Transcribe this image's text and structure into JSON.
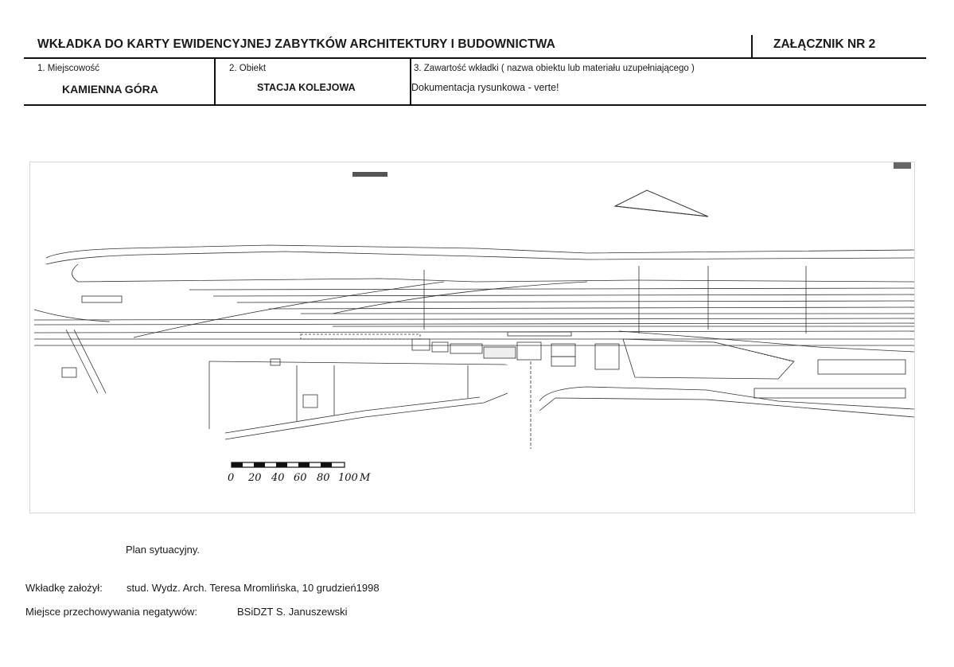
{
  "header": {
    "title": "WKŁADKA DO KARTY EWIDENCYJNEJ ZABYTKÓW ARCHITEKTURY I BUDOWNICTWA",
    "annex": "ZAŁĄCZNIK NR  2"
  },
  "fields": {
    "locality_label": "1. Miejscowość",
    "locality_value": "KAMIENNA GÓRA",
    "object_label": "2. Obiekt",
    "object_value": "STACJA KOLEJOWA",
    "content_label": "3. Zawartość wkładki ( nazwa obiektu lub materiału uzupełniającego )",
    "content_value": "Dokumentacja rysunkowa - verte!"
  },
  "plan": {
    "scale_labels": [
      "0",
      "20",
      "40",
      "60",
      "80",
      "100"
    ],
    "scale_unit": "M"
  },
  "caption": "Plan sytuacyjny.",
  "footer": {
    "founder_label": "Wkładkę założył:",
    "founder_value": "stud. Wydz. Arch. Teresa Mromlińska, 10 grudzień1998",
    "storage_label": "Miejsce przechowywania negatywów:",
    "storage_value": "BSiDZT S. Januszewski"
  }
}
